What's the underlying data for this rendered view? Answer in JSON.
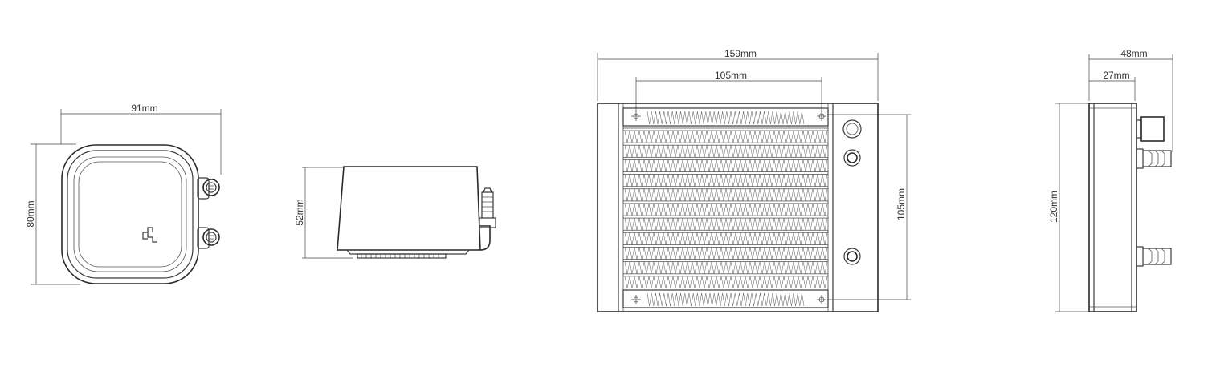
{
  "pump_top_view": {
    "width_label": "91mm",
    "height_label": "80mm"
  },
  "pump_side_view": {
    "height_label": "52mm"
  },
  "radiator_front_view": {
    "width_label": "159mm",
    "mount_width_label": "105mm",
    "mount_height_label": "105mm"
  },
  "radiator_side_view": {
    "depth_label": "48mm",
    "core_depth_label": "27mm",
    "height_label": "120mm"
  },
  "colors": {
    "line": "#3a3a3a",
    "background": "#ffffff"
  }
}
